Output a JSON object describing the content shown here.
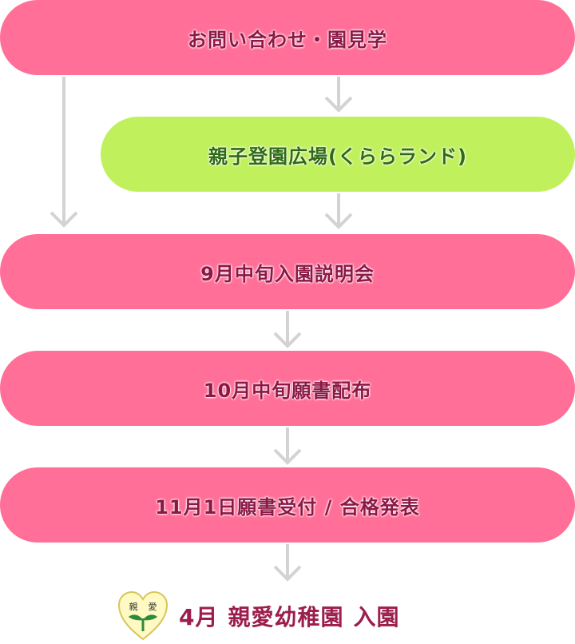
{
  "steps": {
    "inquiry": "お問い合わせ・園見学",
    "plaza": "親子登園広場(くららランド)",
    "briefing": "9月中旬入園説明会",
    "application_dist": "10月中旬願書配布",
    "acceptance": "11月1日願書受付 / 合格発表"
  },
  "final": {
    "month": "4月",
    "school": "親愛幼稚園",
    "action": "入園",
    "logo_chars": [
      "親",
      "愛"
    ]
  },
  "colors": {
    "pink": "#ff6f98",
    "green": "#c1f05d",
    "arrow": "#d3d3d3",
    "text_pink": "#8b1845",
    "text_green": "#2f6b14"
  }
}
